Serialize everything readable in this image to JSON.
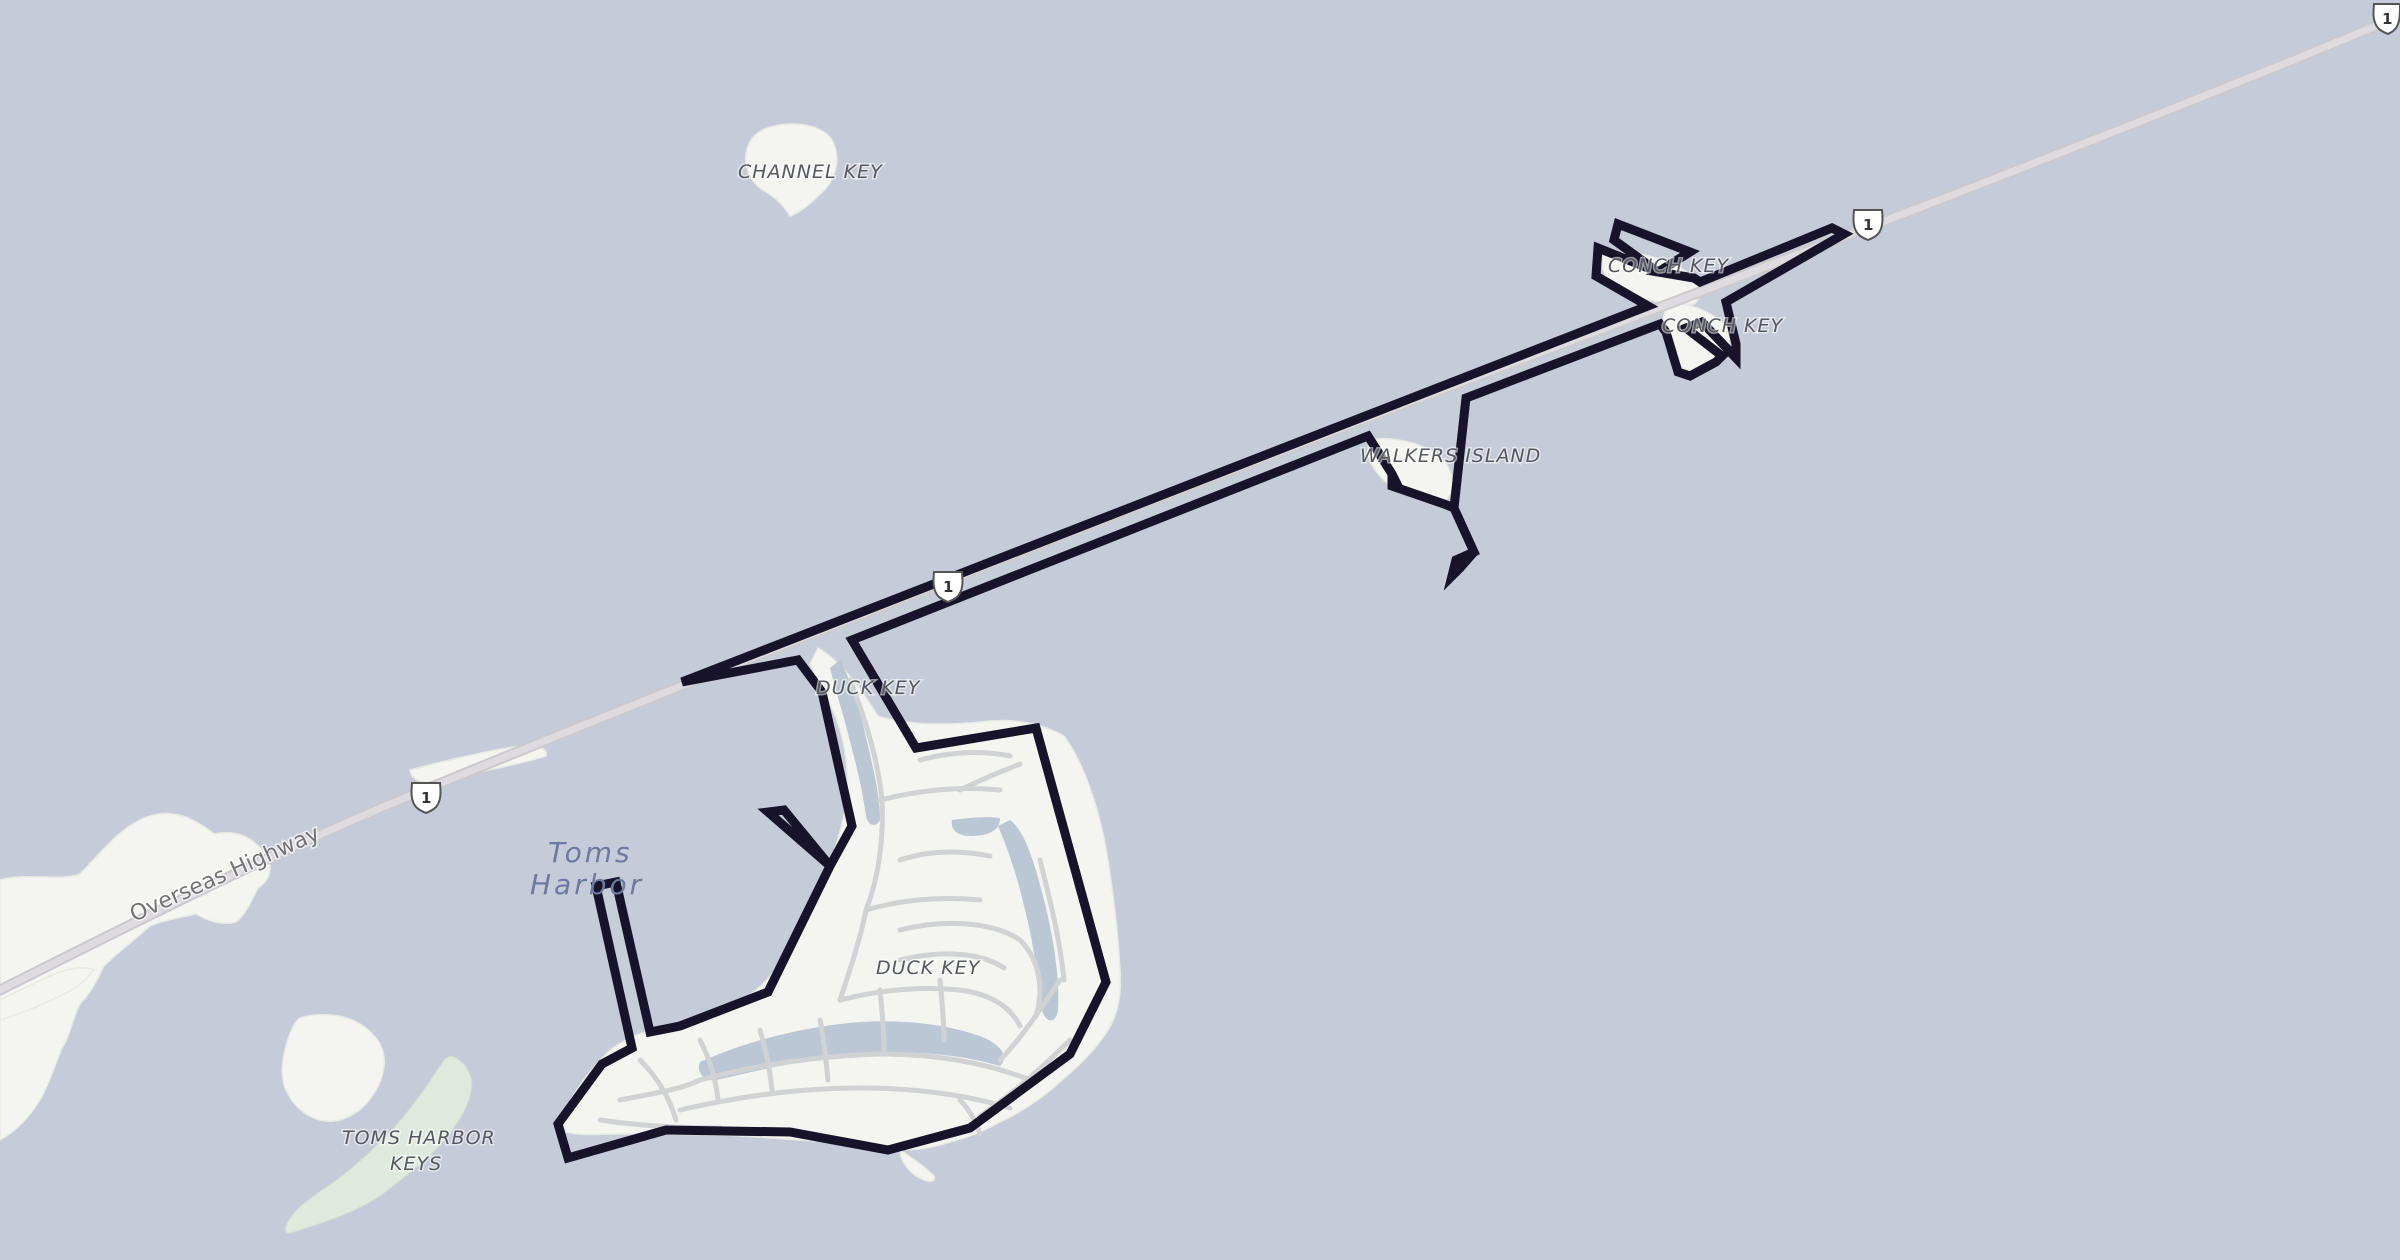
{
  "map": {
    "colors": {
      "water": "#c5cbd8",
      "land": "#f4f5f0",
      "park": "#dfeadf",
      "street": "#cfd1d2",
      "highway": "#dedbe0",
      "boundary": "#17132a"
    },
    "labels": {
      "channel_key": "CHANNEL KEY",
      "conch_key_1": "CONCH KEY",
      "conch_key_2": "CONCH KEY",
      "walkers_island": "WALKERS ISLAND",
      "duck_key_north": "DUCK KEY",
      "duck_key_main": "DUCK KEY",
      "toms_harbor_line1": "Toms",
      "toms_harbor_line2": "Harbor",
      "toms_harbor_keys_line1": "TOMS HARBOR",
      "toms_harbor_keys_line2": "KEYS",
      "overseas_highway": "Overseas Highway"
    },
    "shields": {
      "route_number": "1",
      "count": 4
    },
    "icons": [
      "us-route-shield-icon"
    ]
  }
}
